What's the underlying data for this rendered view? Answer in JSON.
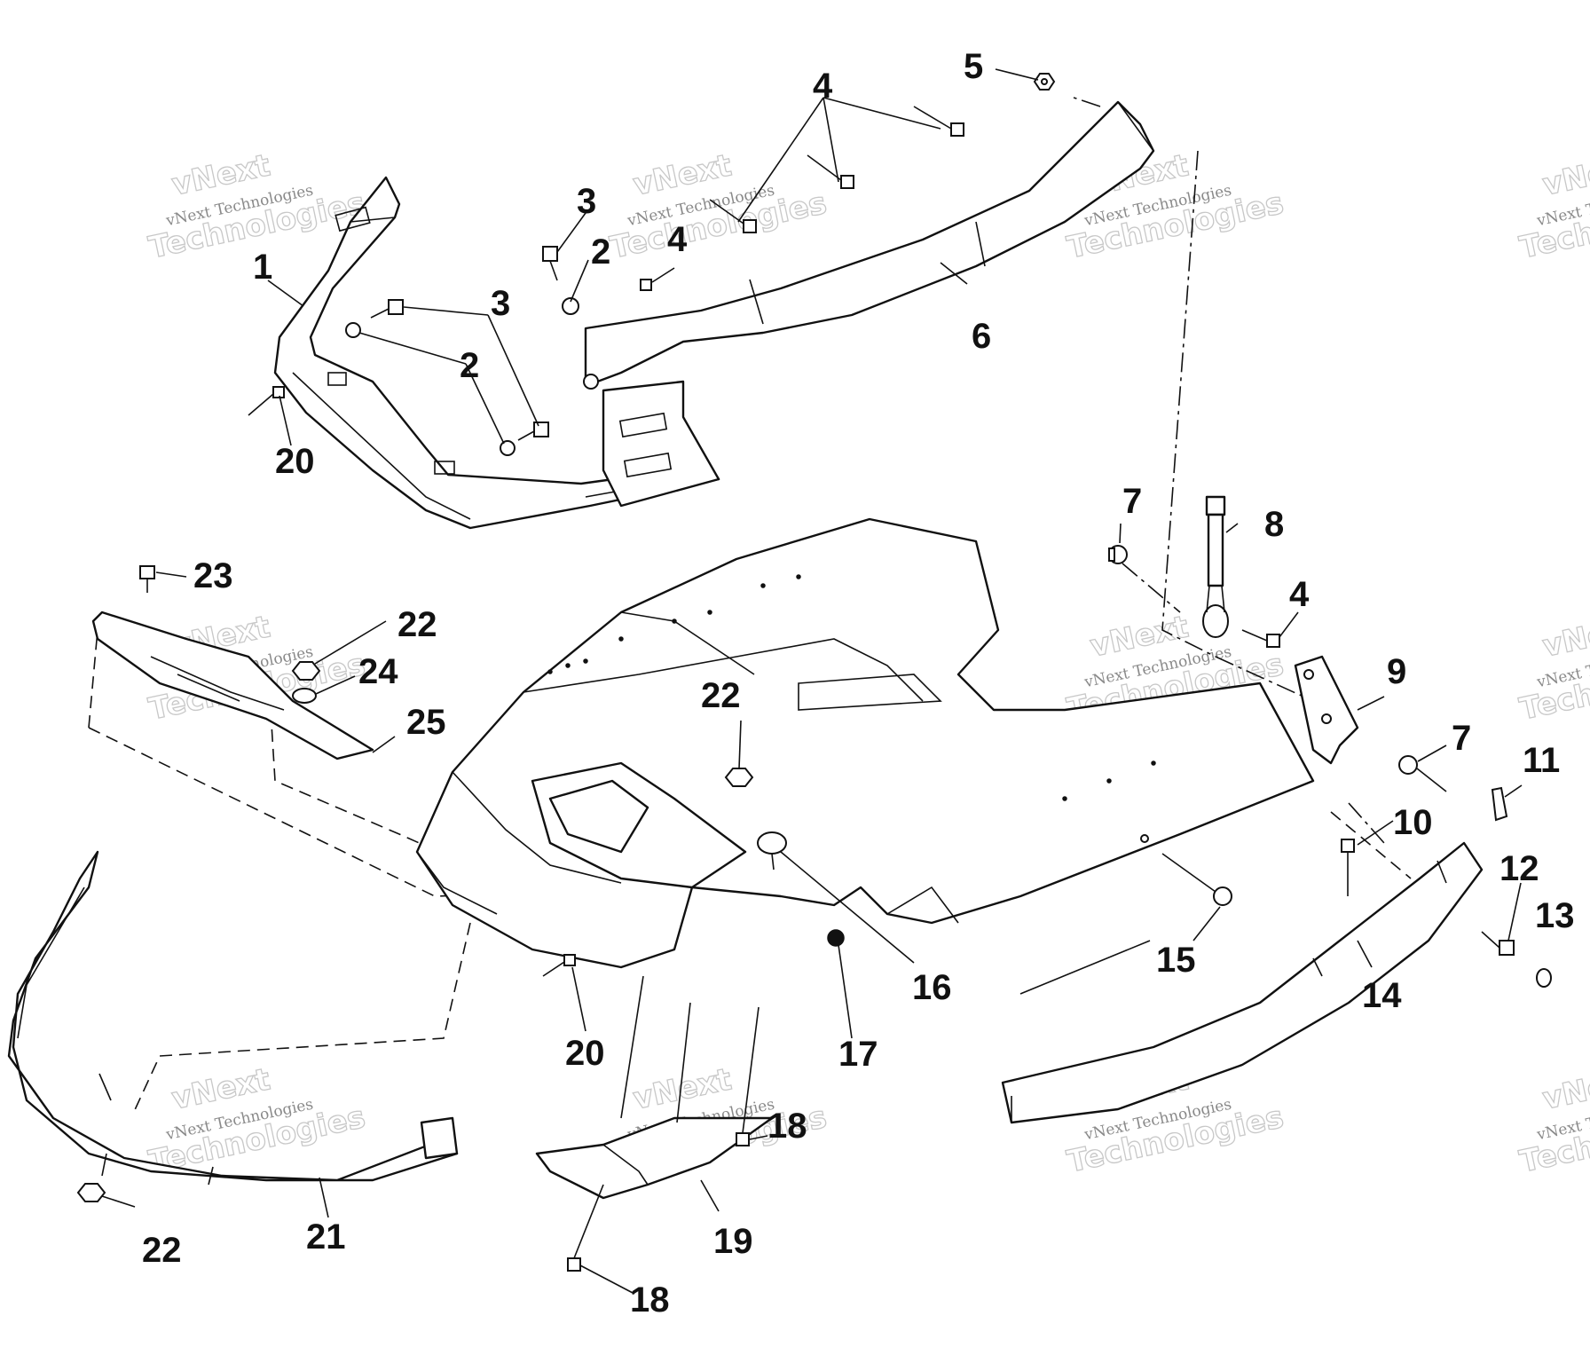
{
  "watermark": {
    "small_text": "vNext Technologies",
    "top_text": "vNext",
    "big_text": "Technologies"
  },
  "callouts": [
    {
      "id": "c1",
      "label": "1"
    },
    {
      "id": "c2a",
      "label": "2"
    },
    {
      "id": "c2b",
      "label": "2"
    },
    {
      "id": "c3a",
      "label": "3"
    },
    {
      "id": "c3b",
      "label": "3"
    },
    {
      "id": "c4a",
      "label": "4"
    },
    {
      "id": "c4b",
      "label": "4"
    },
    {
      "id": "c4c",
      "label": "4"
    },
    {
      "id": "c5",
      "label": "5"
    },
    {
      "id": "c6",
      "label": "6"
    },
    {
      "id": "c7a",
      "label": "7"
    },
    {
      "id": "c7b",
      "label": "7"
    },
    {
      "id": "c8",
      "label": "8"
    },
    {
      "id": "c9",
      "label": "9"
    },
    {
      "id": "c10",
      "label": "10"
    },
    {
      "id": "c11",
      "label": "11"
    },
    {
      "id": "c12",
      "label": "12"
    },
    {
      "id": "c13",
      "label": "13"
    },
    {
      "id": "c14",
      "label": "14"
    },
    {
      "id": "c15",
      "label": "15"
    },
    {
      "id": "c16",
      "label": "16"
    },
    {
      "id": "c17",
      "label": "17"
    },
    {
      "id": "c18a",
      "label": "18"
    },
    {
      "id": "c18b",
      "label": "18"
    },
    {
      "id": "c19",
      "label": "19"
    },
    {
      "id": "c20a",
      "label": "20"
    },
    {
      "id": "c20b",
      "label": "20"
    },
    {
      "id": "c21",
      "label": "21"
    },
    {
      "id": "c22a",
      "label": "22"
    },
    {
      "id": "c22b",
      "label": "22"
    },
    {
      "id": "c22c",
      "label": "22"
    },
    {
      "id": "c23",
      "label": "23"
    },
    {
      "id": "c24",
      "label": "24"
    },
    {
      "id": "c25",
      "label": "25"
    }
  ]
}
